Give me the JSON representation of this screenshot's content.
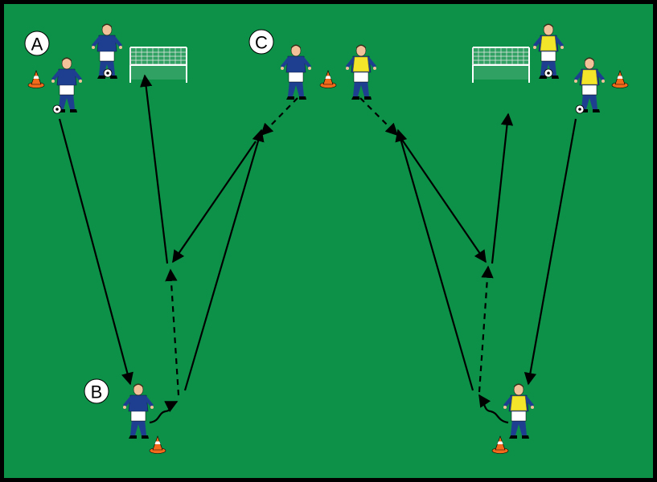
{
  "colors": {
    "pitch": "#0d9148",
    "border": "#000000",
    "team_blue": "#1e3f8f",
    "team_yellow": "#f2e52a",
    "shorts": "#ffffff",
    "cone_orange": "#f26a1b"
  },
  "markers": {
    "a": "A",
    "b": "B",
    "c": "C"
  },
  "icons": [
    "player-icon",
    "goal-icon",
    "cone-icon",
    "ball-icon"
  ]
}
